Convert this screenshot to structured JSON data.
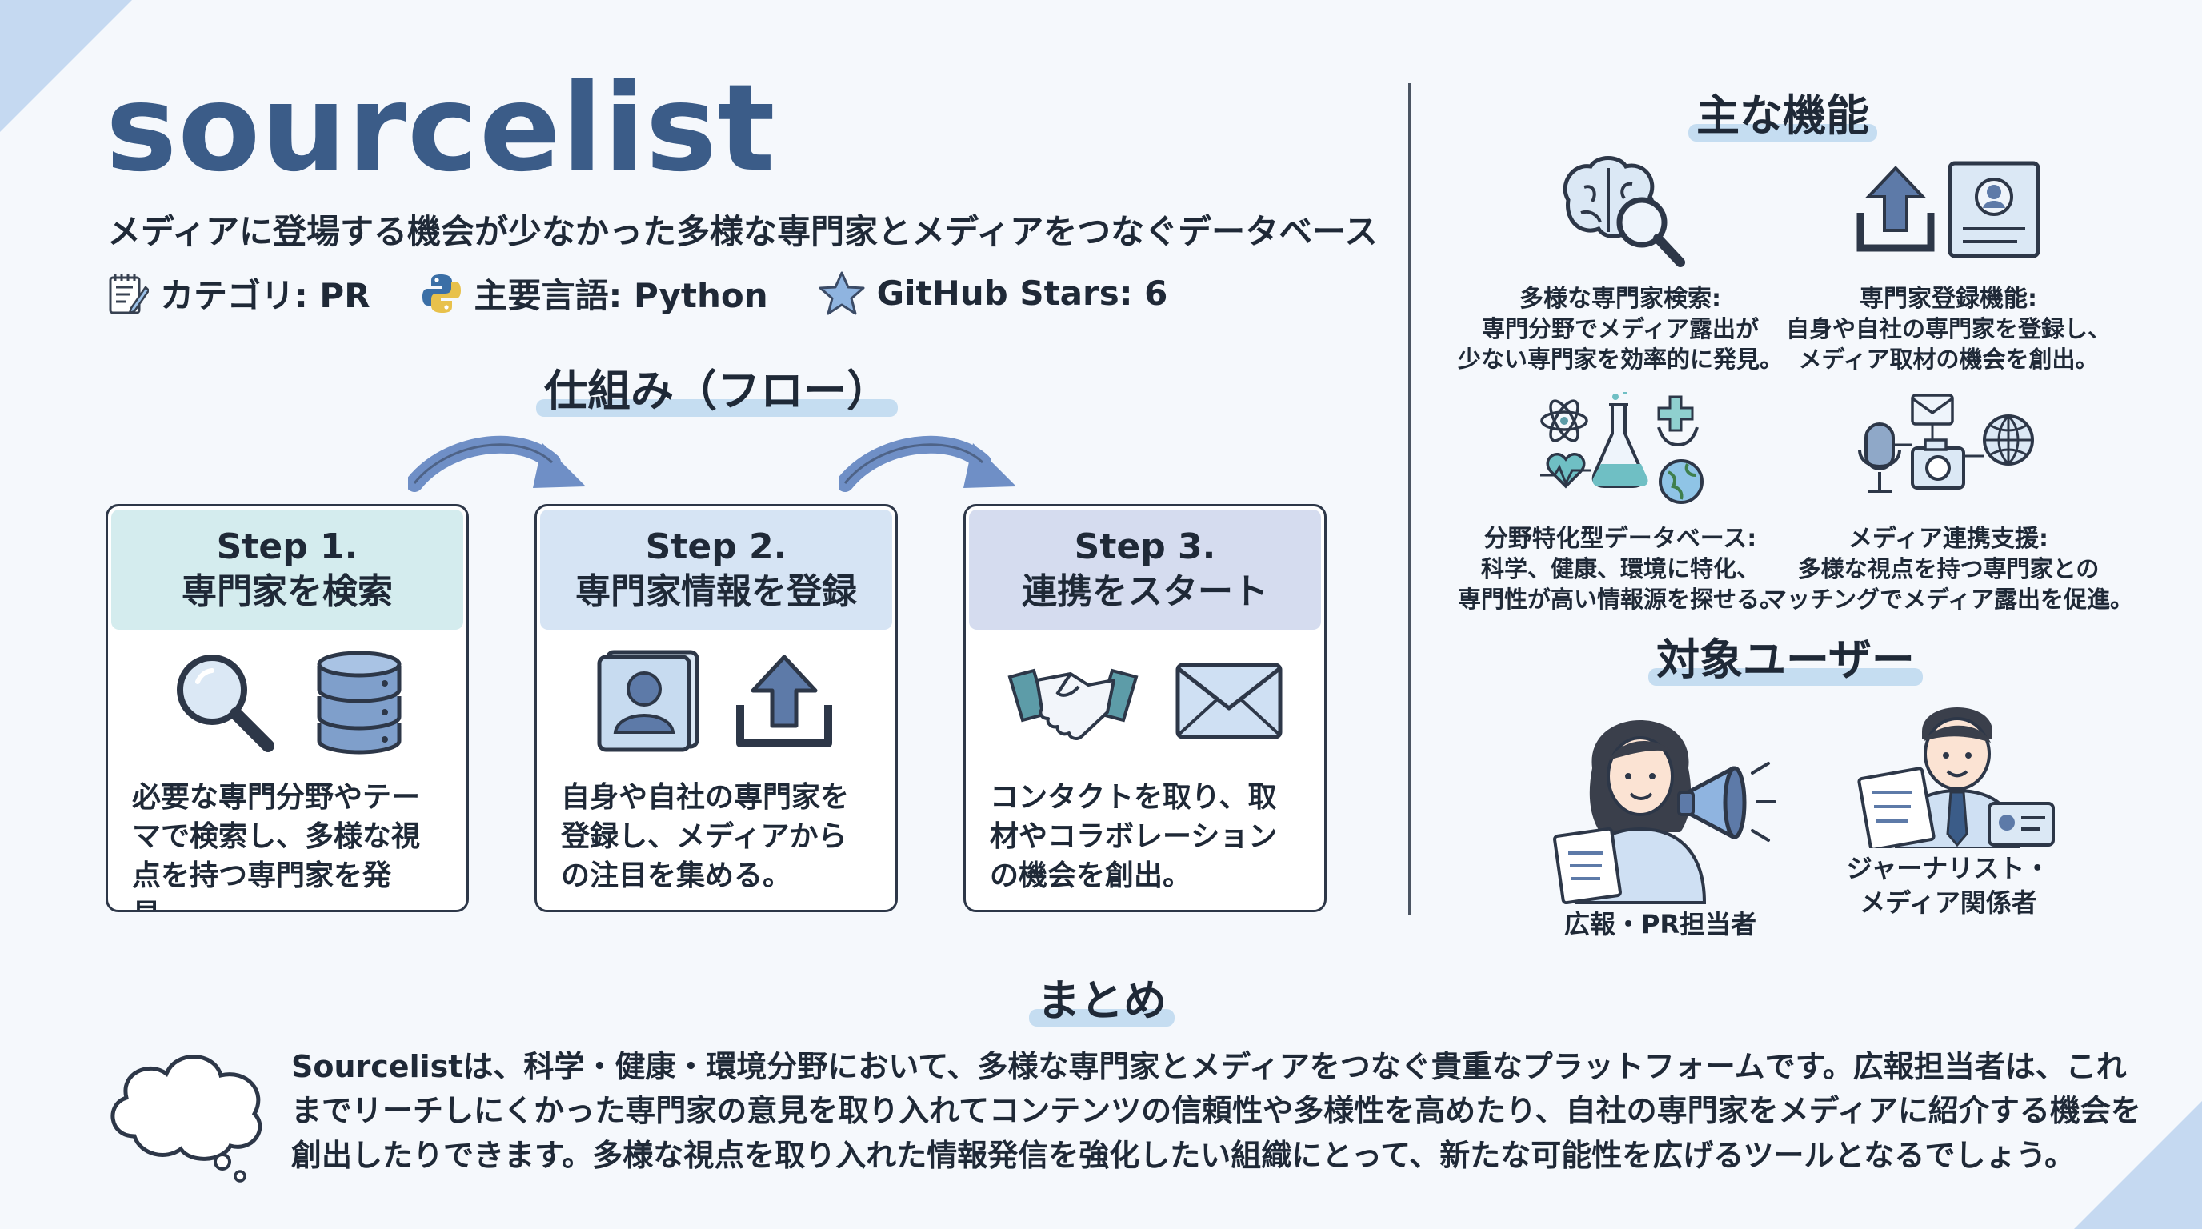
{
  "header": {
    "title": "sourcelist",
    "tagline": "メディアに登場する機会が少なかった多様な専門家とメディアをつなぐデータベース",
    "meta": {
      "category": "カテゴリ: PR",
      "language": "主要言語: Python",
      "stars": "GitHub Stars: 6"
    }
  },
  "flow": {
    "heading": "仕組み（フロー）",
    "steps": [
      {
        "step": "Step 1.",
        "title": "専門家を検索",
        "desc": "必要な専門分野やテーマで検索し、多様な視点を持つ専門家を発見。"
      },
      {
        "step": "Step 2.",
        "title": "専門家情報を登録",
        "desc": "自身や自社の専門家を登録し、メディアからの注目を集める。"
      },
      {
        "step": "Step 3.",
        "title": "連携をスタート",
        "desc": "コンタクトを取り、取材やコラボレーションの機会を創出。"
      }
    ]
  },
  "features": {
    "heading": "主な機能",
    "items": [
      {
        "title": "多様な専門家検索:",
        "desc_lines": [
          "専門分野でメディア露出が",
          "少ない専門家を効率的に発見。"
        ]
      },
      {
        "title": "専門家登録機能:",
        "desc_lines": [
          "自身や自社の専門家を登録し、",
          "メディア取材の機会を創出。"
        ]
      },
      {
        "title": "分野特化型データベース:",
        "desc_lines": [
          "科学、健康、環境に特化、",
          "専門性が高い情報源を探せる。"
        ]
      },
      {
        "title": "メディア連携支援:",
        "desc_lines": [
          "多様な視点を持つ専門家との",
          "マッチングでメディア露出を促進。"
        ]
      }
    ]
  },
  "users": {
    "heading": "対象ユーザー",
    "items": [
      {
        "label_lines": [
          "広報・PR担当者"
        ]
      },
      {
        "label_lines": [
          "ジャーナリスト・",
          "メディア関係者"
        ]
      }
    ]
  },
  "summary": {
    "heading": "まとめ",
    "text": "Sourcelistは、科学・健康・環境分野において、多様な専門家とメディアをつなぐ貴重なプラットフォームです。広報担当者は、これまでリーチしにくかった専門家の意見を取り入れてコンテンツの信頼性や多様性を高めたり、自社の専門家をメディアに紹介する機会を創出したりできます。多様な視点を取り入れた情報発信を強化したい組織にとって、新たな可能性を広げるツールとなるでしょう。"
  },
  "colors": {
    "title": "#3b5c88",
    "step1_head": "#d4ecee",
    "step2_head": "#d6e4f4",
    "step3_head": "#d5dcef",
    "highlight": "#bcd8ee",
    "arrow": "#6f8fc6"
  },
  "icons": [
    "memo-icon",
    "python-icon",
    "star-icon",
    "magnifier-icon",
    "database-icon",
    "profile-card-icon",
    "upload-icon",
    "handshake-icon",
    "envelope-icon",
    "brain-search-icon",
    "science-icon",
    "media-network-icon",
    "pr-woman-icon",
    "journalist-icon",
    "cloud-icon"
  ]
}
